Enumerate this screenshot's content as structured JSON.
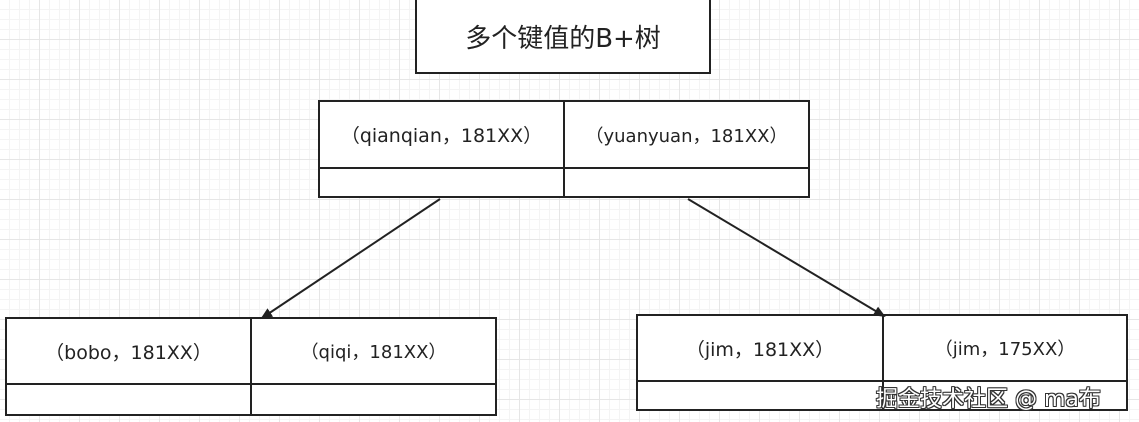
{
  "title": "多个键值的B+树",
  "root_node": {
    "keys": [
      "（qianqian，181XX）",
      "（yuanyuan，181XX）"
    ]
  },
  "left_child": {
    "keys": [
      "（bobo，181XX）",
      "（qiqi，181XX）"
    ]
  },
  "right_child": {
    "keys": [
      "（jim，181XX）",
      "（jim，175XX）"
    ]
  },
  "watermark": "掘金技术社区 @ ma布"
}
